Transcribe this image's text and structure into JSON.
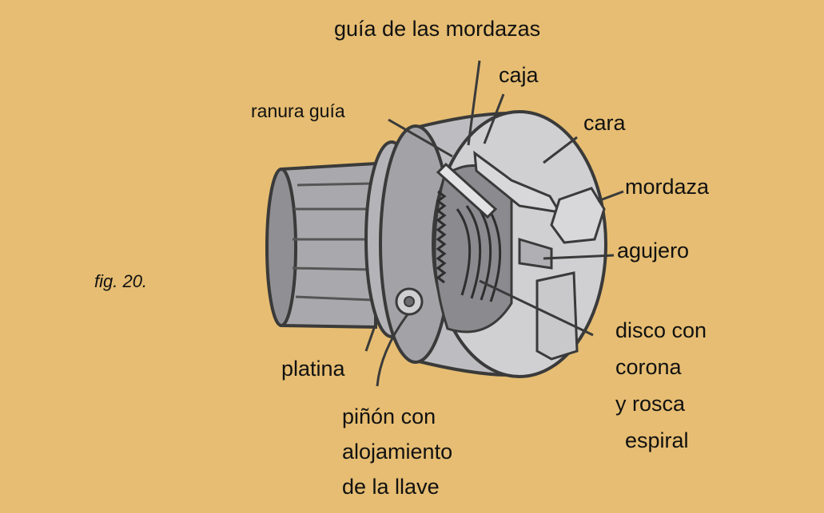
{
  "colors": {
    "background": "#e6bd72",
    "ink": "#3a3a3a",
    "metal_light": "#c9c9cb",
    "metal_mid": "#9c9ca0",
    "metal_dark": "#6c6c70"
  },
  "figure_label": "fig. 20.",
  "labels": {
    "guia_mordazas": "guía de las mordazas",
    "caja": "caja",
    "ranura_guia": "ranura guía",
    "cara": "cara",
    "mordaza": "mordaza",
    "agujero": "agujero",
    "disco_line1": "disco con",
    "disco_line2": "corona",
    "disco_line3": "y rosca",
    "disco_line4": "espiral",
    "platina": "platina",
    "pinon_line1": "piñón con",
    "pinon_line2": "alojamiento",
    "pinon_line3": "de la llave"
  }
}
